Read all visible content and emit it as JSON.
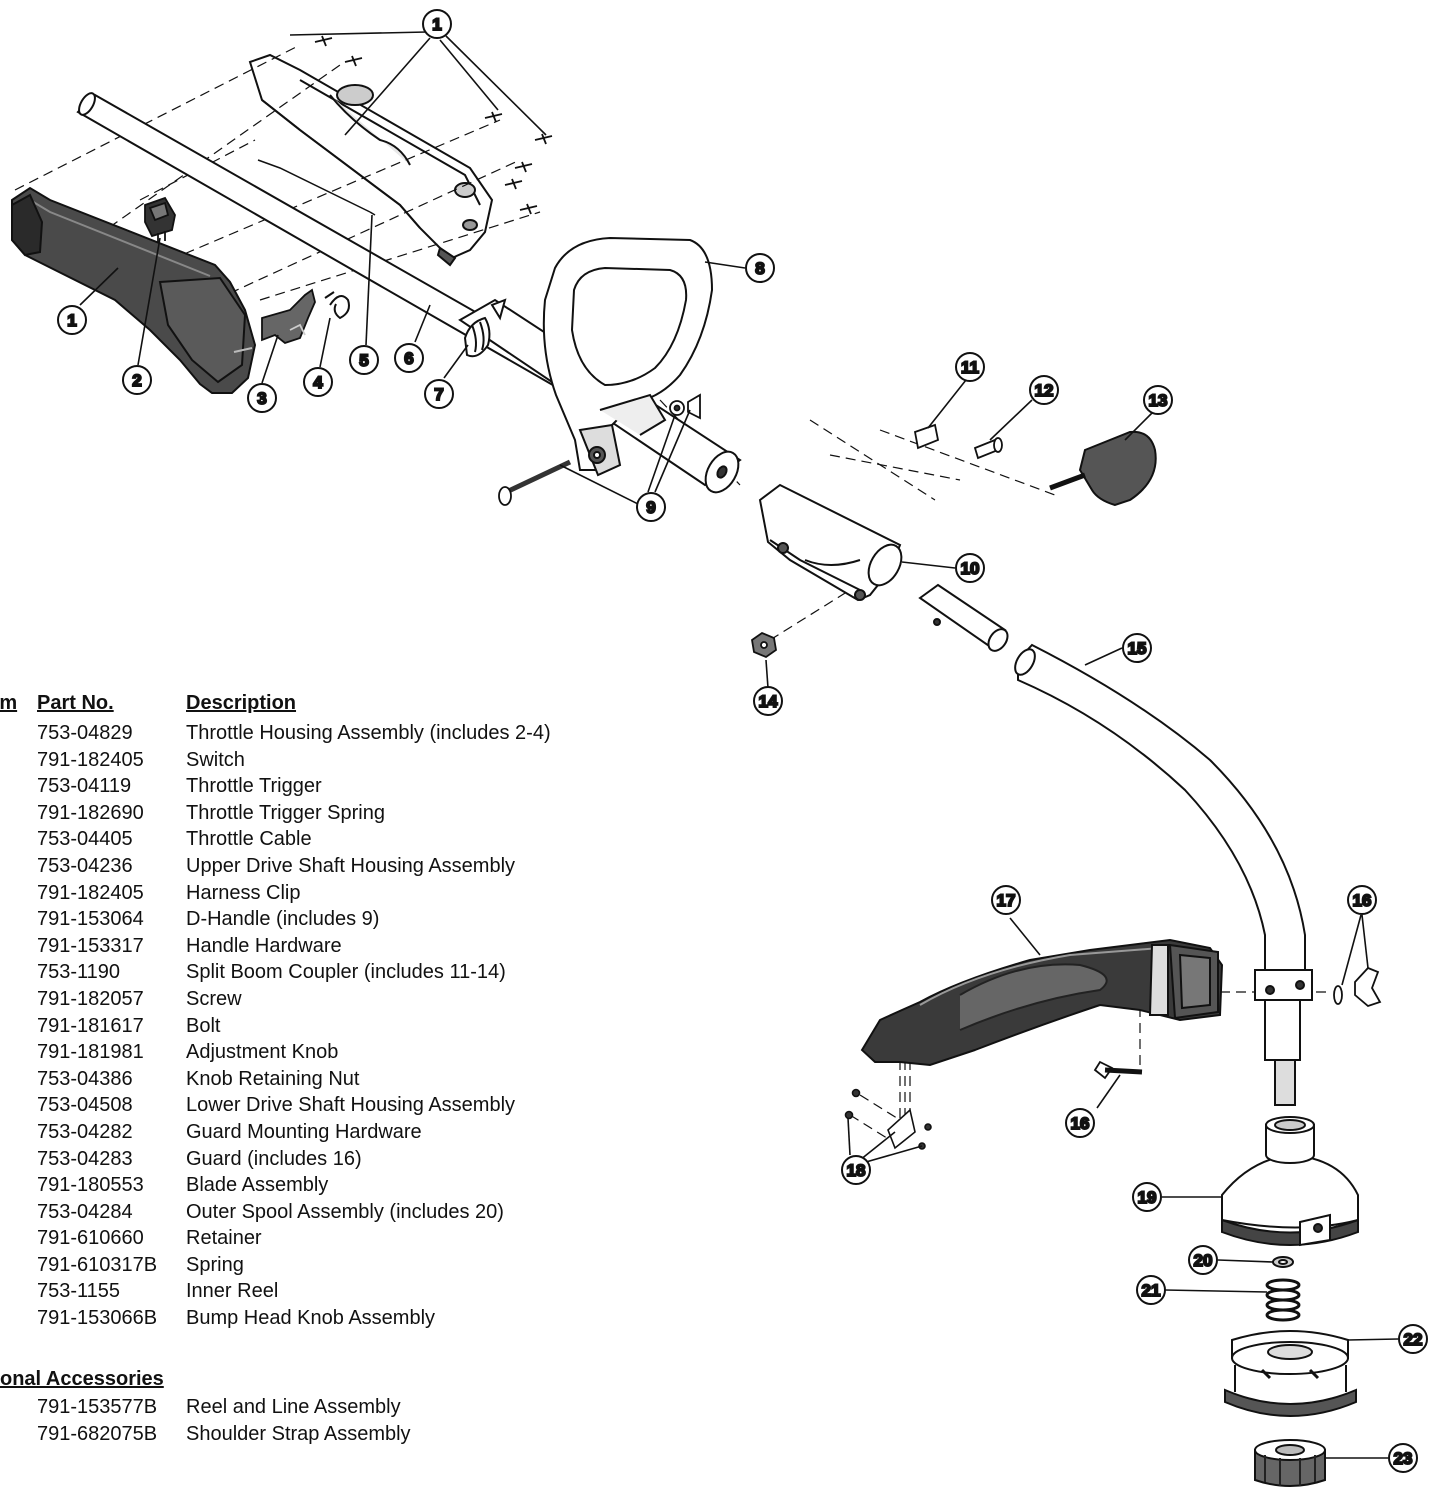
{
  "table": {
    "header_item": "Item",
    "header_part_no": "Part No.",
    "header_description": "Description",
    "rows": [
      {
        "part_no": "753-04829",
        "description": "Throttle Housing Assembly (includes 2-4)"
      },
      {
        "part_no": "791-182405",
        "description": "Switch"
      },
      {
        "part_no": "753-04119",
        "description": "Throttle Trigger"
      },
      {
        "part_no": "791-182690",
        "description": "Throttle Trigger Spring"
      },
      {
        "part_no": "753-04405",
        "description": "Throttle Cable"
      },
      {
        "part_no": "753-04236",
        "description": "Upper Drive Shaft Housing Assembly"
      },
      {
        "part_no": "791-182405",
        "description": "Harness Clip"
      },
      {
        "part_no": "791-153064",
        "description": "D-Handle (includes 9)"
      },
      {
        "part_no": "791-153317",
        "description": "Handle Hardware"
      },
      {
        "part_no": "753-1190",
        "description": "Split Boom Coupler (includes 11-14)"
      },
      {
        "part_no": "791-182057",
        "description": "Screw"
      },
      {
        "part_no": "791-181617",
        "description": "Bolt"
      },
      {
        "part_no": "791-181981",
        "description": "Adjustment Knob"
      },
      {
        "part_no": "753-04386",
        "description": "Knob Retaining Nut"
      },
      {
        "part_no": "753-04508",
        "description": "Lower Drive Shaft Housing Assembly"
      },
      {
        "part_no": "753-04282",
        "description": "Guard Mounting Hardware"
      },
      {
        "part_no": "753-04283",
        "description": "Guard (includes 16)"
      },
      {
        "part_no": "791-180553",
        "description": "Blade Assembly"
      },
      {
        "part_no": "753-04284",
        "description": "Outer Spool Assembly (includes 20)"
      },
      {
        "part_no": "791-610660",
        "description": "Retainer"
      },
      {
        "part_no": "791-610317B",
        "description": "Spring"
      },
      {
        "part_no": "753-1155",
        "description": "Inner Reel"
      },
      {
        "part_no": "791-153066B",
        "description": "Bump Head Knob Assembly"
      }
    ]
  },
  "optional": {
    "header": "Optional Accessories",
    "rows": [
      {
        "part_no": "791-153577B",
        "description": "Reel and Line Assembly"
      },
      {
        "part_no": "791-682075B",
        "description": "Shoulder Strap Assembly"
      }
    ]
  },
  "callouts": [
    {
      "label": "1"
    },
    {
      "label": "1"
    },
    {
      "label": "2"
    },
    {
      "label": "3"
    },
    {
      "label": "4"
    },
    {
      "label": "5"
    },
    {
      "label": "6"
    },
    {
      "label": "7"
    },
    {
      "label": "8"
    },
    {
      "label": "9"
    },
    {
      "label": "10"
    },
    {
      "label": "11"
    },
    {
      "label": "12"
    },
    {
      "label": "13"
    },
    {
      "label": "14"
    },
    {
      "label": "15"
    },
    {
      "label": "16"
    },
    {
      "label": "16"
    },
    {
      "label": "17"
    },
    {
      "label": "18"
    },
    {
      "label": "19"
    },
    {
      "label": "20"
    },
    {
      "label": "21"
    },
    {
      "label": "22"
    },
    {
      "label": "23"
    }
  ]
}
